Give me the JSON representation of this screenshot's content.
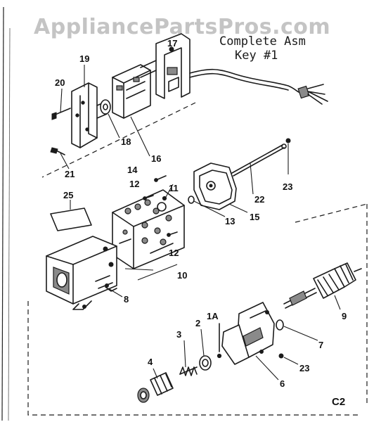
{
  "watermark": "AppliancePartsPros.com",
  "title": {
    "line1": "Complete Asm",
    "line2": "Key #1"
  },
  "sheet_code": "C2",
  "callouts": [
    "17",
    "19",
    "20",
    "18",
    "16",
    "21",
    "14",
    "12",
    "11",
    "25",
    "23",
    "22",
    "15",
    "13",
    "12",
    "10",
    "8",
    "9",
    "1A",
    "2",
    "3",
    "7",
    "4",
    "23",
    "6"
  ]
}
